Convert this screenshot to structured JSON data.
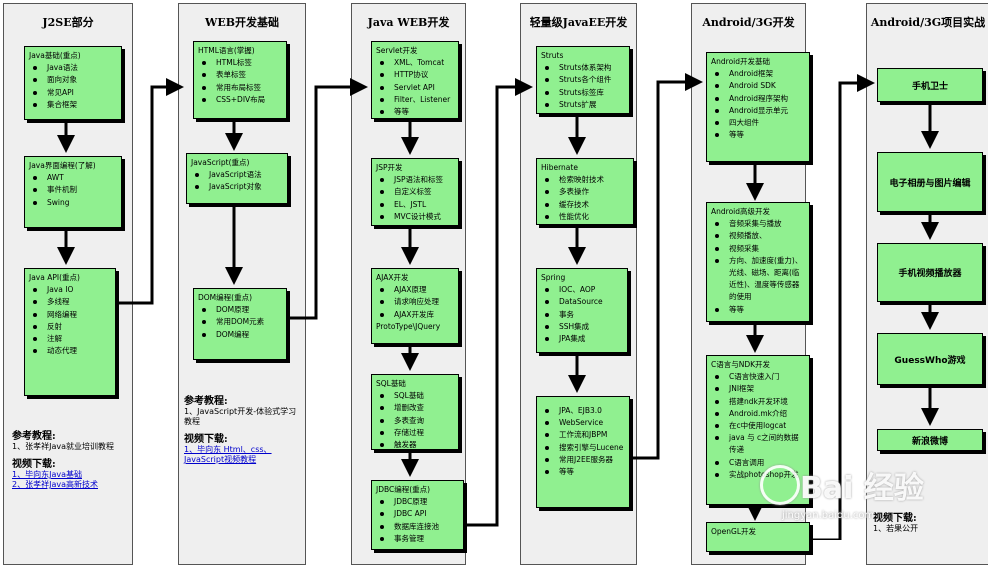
{
  "columns": [
    {
      "title": "J2SE部分"
    },
    {
      "title": "WEB开发基础"
    },
    {
      "title": "Java WEB开发"
    },
    {
      "title": "轻量级JavaEE开发"
    },
    {
      "title": "Android/3G开发"
    },
    {
      "title": "Android/3G项目实战"
    }
  ],
  "boxes": {
    "java_basic": {
      "title": "Java基础(重点)",
      "items": [
        "Java语法",
        "面向对象",
        "常见API",
        "集合框架"
      ]
    },
    "java_gui": {
      "title": "Java界面编程(了解)",
      "items": [
        "AWT",
        "事件机制",
        "Swing"
      ]
    },
    "java_api": {
      "title": "Java API(重点)",
      "items": [
        "Java IO",
        "多线程",
        "网络编程",
        "反射",
        "注解",
        "动态代理"
      ]
    },
    "html": {
      "title": "HTML语言(掌握)",
      "items": [
        "HTML标签",
        "表单标签",
        "常用布局标签",
        "CSS+DIV布局"
      ]
    },
    "javascript": {
      "title": "JavaScript(重点)",
      "items": [
        "JavaScript语法",
        "JavaScript对象"
      ]
    },
    "dom": {
      "title": "DOM编程(重点)",
      "items": [
        "DOM原理",
        "常用DOM元素",
        "DOM编程"
      ]
    },
    "servlet": {
      "title": "Servlet开发",
      "items": [
        "XML、Tomcat",
        "HTTP协议",
        "Servlet API",
        "Filter、Listener",
        "等等"
      ]
    },
    "jsp": {
      "title": "JSP开发",
      "items": [
        "JSP语法和标签",
        "自定义标签",
        "EL、JSTL",
        "MVC设计模式"
      ]
    },
    "ajax": {
      "title": "AJAX开发",
      "items": [
        "AJAX原理",
        "请求响应处理",
        "AJAX开发库"
      ],
      "footer": "ProtoType\\JQuery"
    },
    "sql": {
      "title": "SQL基础",
      "items": [
        "SQL基础",
        "增删改查",
        "多表查询",
        "存储过程",
        "触发器"
      ]
    },
    "jdbc": {
      "title": "JDBC编程(重点)",
      "items": [
        "JDBC原理",
        "JDBC API",
        "数据库连接池",
        "事务管理"
      ]
    },
    "struts": {
      "title": "Struts",
      "items": [
        "Struts体系架构",
        "Struts各个组件",
        "Struts标签库",
        "Struts扩展"
      ]
    },
    "hibernate": {
      "title": "Hibernate",
      "items": [
        "检索映射技术",
        "多表操作",
        "缓存技术",
        "性能优化"
      ]
    },
    "spring": {
      "title": "Spring",
      "items": [
        "IOC、AOP",
        "DataSource",
        "事务",
        "SSH集成",
        "JPA集成"
      ]
    },
    "jpa": {
      "title": "",
      "items": [
        "JPA、EJB3.0",
        "WebService",
        "工作流和JBPM",
        "搜索引擎与Lucene",
        "常用J2EE服务器",
        "等等"
      ]
    },
    "android_basic": {
      "title": "Android开发基础",
      "items": [
        "Android框架",
        "Android SDK",
        "Android程序架构",
        "Android显示单元",
        "四大组件",
        "等等"
      ]
    },
    "android_adv": {
      "title": "Android高级开发",
      "items": [
        "音频采集与播放",
        "视频播放、",
        "视频采集",
        "方向、加速度(重力)、光线、磁场、距离(临近性)、温度等传感器的使用",
        "等等"
      ]
    },
    "ndk": {
      "title": "C语言与NDK开发",
      "items": [
        "C语言快速入门",
        "JNI框架",
        "搭建ndk开发环境",
        "Android.mk介绍",
        "在c中使用logcat",
        "java 与 c之间的数据传递",
        "C语言调用",
        "实战photoshop开发"
      ]
    },
    "opengl": {
      "title": "OpenGL开发"
    }
  },
  "projects": [
    "手机卫士",
    "电子相册与图片编辑",
    "手机视频播放器",
    "GuessWho游戏",
    "新浪微博"
  ],
  "refs": {
    "col1": {
      "tutorial_heading": "参考教程:",
      "tutorial_items": [
        "1、张孝祥Java就业培训教程"
      ],
      "video_heading": "视频下载:",
      "video_links": [
        "1、毕向东Java基础",
        "2、张孝祥Java高新技术"
      ]
    },
    "col2": {
      "tutorial_heading": "参考教程:",
      "tutorial_items": [
        "1、JavaScript开发-体验式学习教程"
      ],
      "video_heading": "视频下载:",
      "video_links": [
        "1、毕向东 Html、css、JavaScript视频教程"
      ]
    },
    "col6": {
      "video_heading": "视频下载:",
      "video_items": [
        "1、若果公开"
      ]
    }
  },
  "watermark": {
    "text": "Bai 经验",
    "sub": "jingyan.baidu.com"
  },
  "colors": {
    "box_fill": "#90f090",
    "column_fill": "#efefef"
  }
}
